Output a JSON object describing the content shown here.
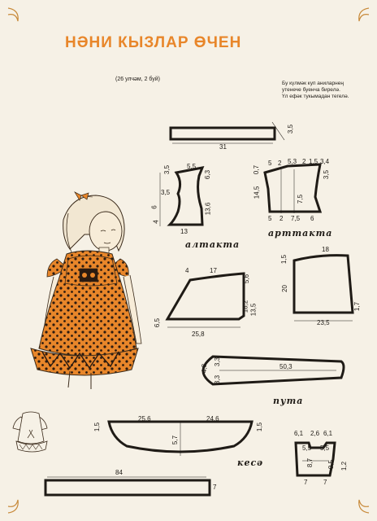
{
  "title": "НӘНИ КЫЗЛАР ӨЧЕН",
  "subtitle": "(26 улчәм, 2 буй)",
  "note": [
    "Бу күлмәк куп аниларнең",
    "утенече буенча бирелә.",
    "Үл ефәк тукымадан тегелә."
  ],
  "labels": {
    "altakta": "алтакта",
    "arttakta": "арттакта",
    "puta": "пута",
    "kesa": "кесә"
  },
  "pieces": {
    "strip_top": {
      "len": "31",
      "w": "3,5"
    },
    "front_bodice": {
      "top": "5,5",
      "a": "3,5",
      "b": "6,3",
      "c": "3,5",
      "d": "6",
      "e": "13,6",
      "f": "4",
      "bottom": "13"
    },
    "back_bodice": {
      "t1": "5",
      "t2": "2",
      "t3": "5,3",
      "t4": "2",
      "t5": "1,5",
      "t6": "3,4",
      "l1": "0,7",
      "l2": "14,5",
      "r1": "3,5",
      "m": "7,5",
      "b1": "5",
      "b2": "2",
      "b3": "7,5",
      "b4": "6"
    },
    "skirt_front": {
      "top1": "4",
      "top2": "17",
      "r1": "5,6",
      "r2": "18,2",
      "r3": "13,5",
      "l": "6,5",
      "bottom": "25,8"
    },
    "skirt_back": {
      "top": "18",
      "l1": "1,5",
      "l2": "20",
      "r": "1,7",
      "bottom": "23,5"
    },
    "sleeve": {
      "a": "4,8",
      "b": "3,3",
      "c": "3,3",
      "len": "50,3"
    },
    "frill": {
      "l": "1,5",
      "a": "25,6",
      "b": "24,6",
      "r": "1,5",
      "m": "5,7"
    },
    "pocket": {
      "a": "6,1",
      "b": "2,6",
      "c": "6,1",
      "d": "5,5",
      "e": "5,5",
      "f": "8,7",
      "g": "9,5",
      "h": "1,2",
      "b1": "7",
      "b2": "7"
    },
    "belt": {
      "len": "84",
      "w": "7"
    }
  },
  "colors": {
    "dress": "#e8862a",
    "dots": "#2a1a10",
    "title": "#e8862a",
    "line": "#1f1b16"
  }
}
